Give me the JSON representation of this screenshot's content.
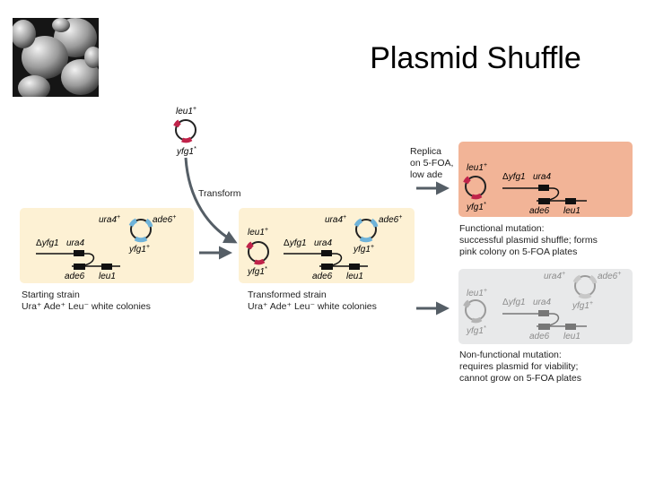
{
  "title": "Plasmid Shuffle",
  "top_plasmid": {
    "marker": "leu1",
    "marker_sup": "+",
    "gene": "yfg1",
    "gene_sup": "*"
  },
  "transform_label": "Transform",
  "replica_lines": [
    "Replica",
    "on 5-FOA,",
    "low ade"
  ],
  "labels": {
    "delta": "Δ",
    "yfg1": "yfg1",
    "ura4": "ura4",
    "ade6": "ade6",
    "leu1": "leu1",
    "ura4p": "ura4",
    "ade6p": "ade6",
    "yfg1p": "yfg1",
    "leu1p": "leu1",
    "yfg1s": "yfg1",
    "plus": "+",
    "star": "*"
  },
  "starting": {
    "line1": "Starting strain",
    "line2": "Ura⁺ Ade⁺ Leu⁻ white colonies"
  },
  "transformed": {
    "line1": "Transformed strain",
    "line2": "Ura⁺ Ade⁺ Leu⁻ white colonies"
  },
  "functional": {
    "lines": [
      "Functional mutation:",
      "successful plasmid shuffle; forms",
      "pink colony on 5-FOA plates"
    ]
  },
  "nonfunctional": {
    "lines": [
      "Non-functional mutation:",
      "requires plasmid for viability;",
      "cannot grow on 5-FOA plates"
    ]
  },
  "colors": {
    "yellow_panel": "#fdf1d4",
    "pink_panel": "#f2b497",
    "gray_panel": "#e8e9ea",
    "plasmid_red": "#c0234a",
    "plasmid_blue": "#6fb3d9",
    "arrow": "#555e66",
    "gray_ink": "#8c8c8c"
  }
}
